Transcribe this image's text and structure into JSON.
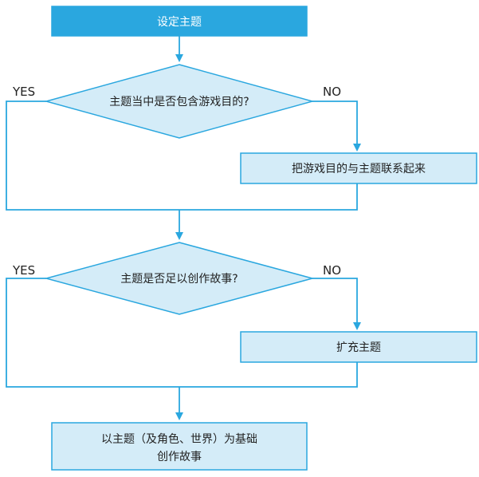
{
  "nodes": {
    "start": "设定主题",
    "q1": "主题当中是否包含游戏目的?",
    "a1": "把游戏目的与主题联系起来",
    "q2": "主题是否足以创作故事?",
    "a2": "扩充主题",
    "end_line1": "以主题（及角色、世界）为基础",
    "end_line2": "创作故事"
  },
  "branch_labels": {
    "yes": "YES",
    "no": "NO"
  },
  "colors": {
    "accent": "#2aa7df",
    "light_fill": "#d4ecf8",
    "stroke": "#2aa7df"
  }
}
